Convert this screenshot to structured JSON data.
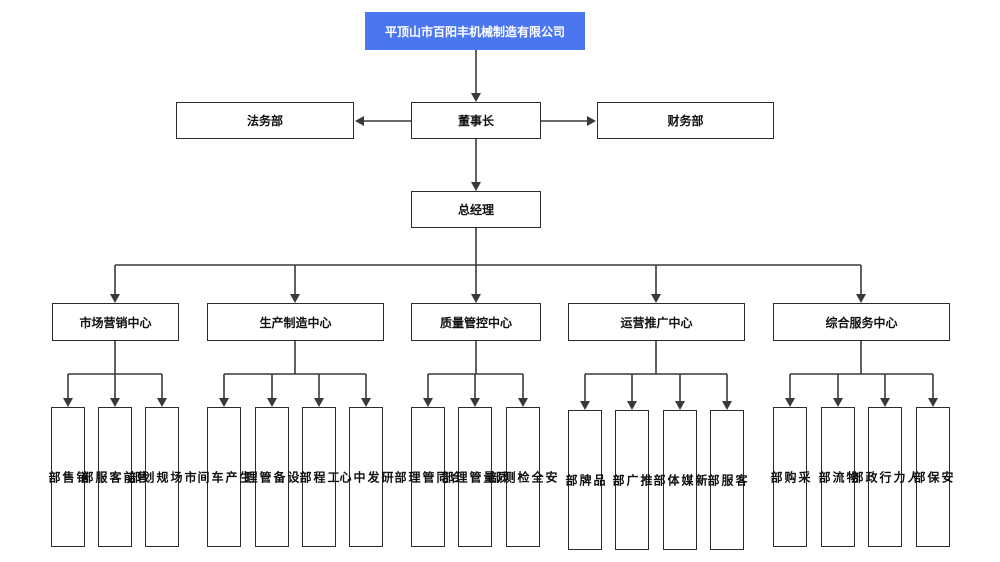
{
  "root": "平顶山市百阳丰机械制造有限公司",
  "chairman": "董事长",
  "legal": "法务部",
  "finance": "财务部",
  "gm": "总经理",
  "centers": [
    {
      "name": "市场营销中心",
      "depts": [
        "销\n售\n部",
        "售\n前\n客\n服\n部",
        "市\n场\n规\n划\n部"
      ]
    },
    {
      "name": "生产制造中心",
      "depts": [
        "生\n产\n车\n间",
        "设\n备\n管\n理",
        "工\n程\n部",
        "研\n发\n中\n心"
      ]
    },
    {
      "name": "质量管控中心",
      "depts": [
        "合\n同\n管\n理\n部",
        "质\n量\n管\n理\n部",
        "安\n全\n检\n测\n部"
      ]
    },
    {
      "name": "运营推广中心",
      "depts": [
        "品\n牌\n部",
        "推\n广\n部",
        "新\n媒\n体\n部",
        "客\n服\n部"
      ]
    },
    {
      "name": "综合服务中心",
      "depts": [
        "采\n购\n部",
        "物\n流\n部",
        "人\n力\n行\n政\n部",
        "安\n保\n部"
      ]
    }
  ]
}
